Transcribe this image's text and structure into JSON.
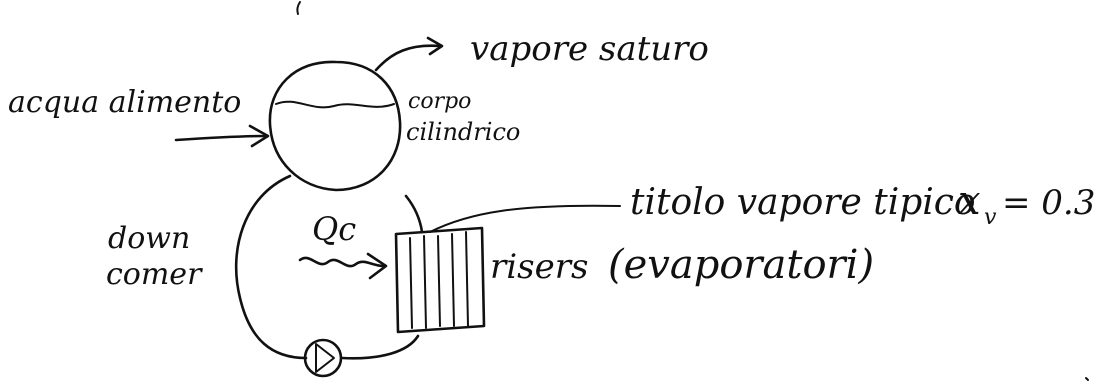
{
  "labels": {
    "feed_water": "acqua alimento",
    "saturated_steam": "vapore saturo",
    "drum_line1": "corpo",
    "drum_line2": "cilindrico",
    "steam_quality": "titolo vapore tipico",
    "quality_symbol": "x",
    "quality_subscript": "v",
    "quality_value": "= 0.3",
    "downcomer_line1": "down",
    "downcomer_line2": "comer",
    "heat": "Qc",
    "risers": "risers",
    "evaporators": "(evaporatori)"
  }
}
